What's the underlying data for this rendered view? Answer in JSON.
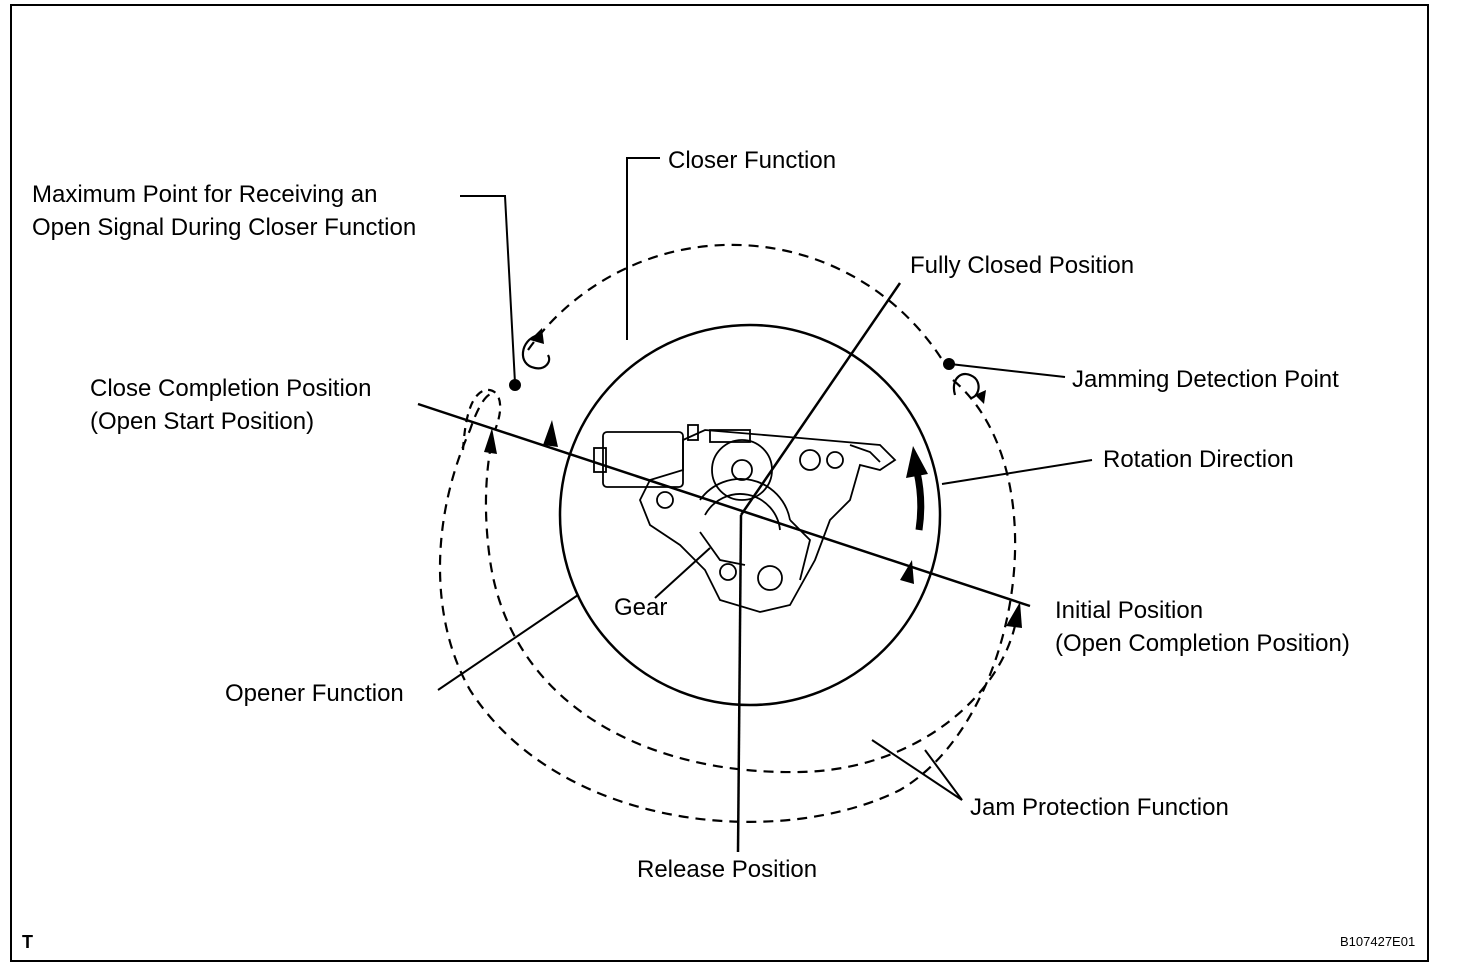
{
  "labels": {
    "closer_function": "Closer Function",
    "max_point_line1": "Maximum Point for Receiving an",
    "max_point_line2": "Open Signal During Closer Function",
    "fully_closed": "Fully Closed Position",
    "jamming_detection": "Jamming Detection Point",
    "close_completion_line1": "Close Completion Position",
    "close_completion_line2": "(Open Start Position)",
    "rotation_direction": "Rotation Direction",
    "gear": "Gear",
    "initial_position_line1": "Initial Position",
    "initial_position_line2": "(Open Completion Position)",
    "opener_function": "Opener Function",
    "jam_protection": "Jam Protection Function",
    "release_position": "Release Position"
  },
  "footer": {
    "corner_mark": "T",
    "figure_code": "B107427E01"
  },
  "colors": {
    "ink": "#000000",
    "background": "#ffffff"
  }
}
